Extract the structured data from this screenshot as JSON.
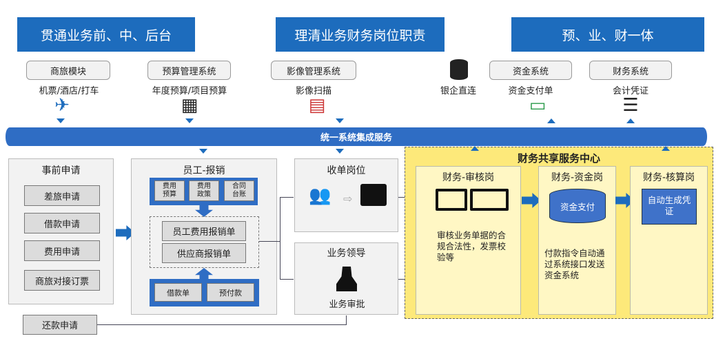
{
  "headers": [
    "贯通业务前、中、后台",
    "理清业务财务岗位职责",
    "预、业、财一体"
  ],
  "modules": [
    {
      "label": "商旅模块",
      "sub": "机票/酒店/打车",
      "icon": "airplane-icon"
    },
    {
      "label": "预算管理系统",
      "sub": "年度预算/项目预算",
      "icon": "calendar-icon"
    },
    {
      "label": "影像管理系统",
      "sub": "影像扫描",
      "icon": "document-scan-icon"
    },
    {
      "label": "资金系统",
      "sub": "资金支付单",
      "icon": "money-icon"
    },
    {
      "label": "财务系统",
      "sub": "会计凭证",
      "icon": "ledger-icon"
    }
  ],
  "bank": {
    "label": "银企直连",
    "icon": "database-icon"
  },
  "band": "统一系统集成服务",
  "pre": {
    "title": "事前申请",
    "items": [
      "差旅申请",
      "借款申请",
      "费用申请",
      "商旅对接订票"
    ]
  },
  "repay": "还款申请",
  "reimb": {
    "title": "员工-报销",
    "top": [
      "费用\n预算",
      "费用\n政策",
      "合同\n台账"
    ],
    "forms": [
      "员工费用报销单",
      "供应商报销单"
    ],
    "bottom": [
      "借款单",
      "预付款"
    ]
  },
  "receive": {
    "title": "收单岗位"
  },
  "leader": {
    "title": "业务领导",
    "sub": "业务审批"
  },
  "center": {
    "title": "财务共享服务中心",
    "audit": {
      "title": "财务-审核岗",
      "desc": "审核业务单据的合规合法性，发票校验等"
    },
    "fund": {
      "title": "财务-资金岗",
      "db": "资金支付",
      "desc": "付款指令自动通过系统接口发送资金系统"
    },
    "acct": {
      "title": "财务-核算岗",
      "box": "自动生成凭证"
    }
  },
  "colors": {
    "blue": "#1d6cbd",
    "yellow": "#fde97a"
  }
}
